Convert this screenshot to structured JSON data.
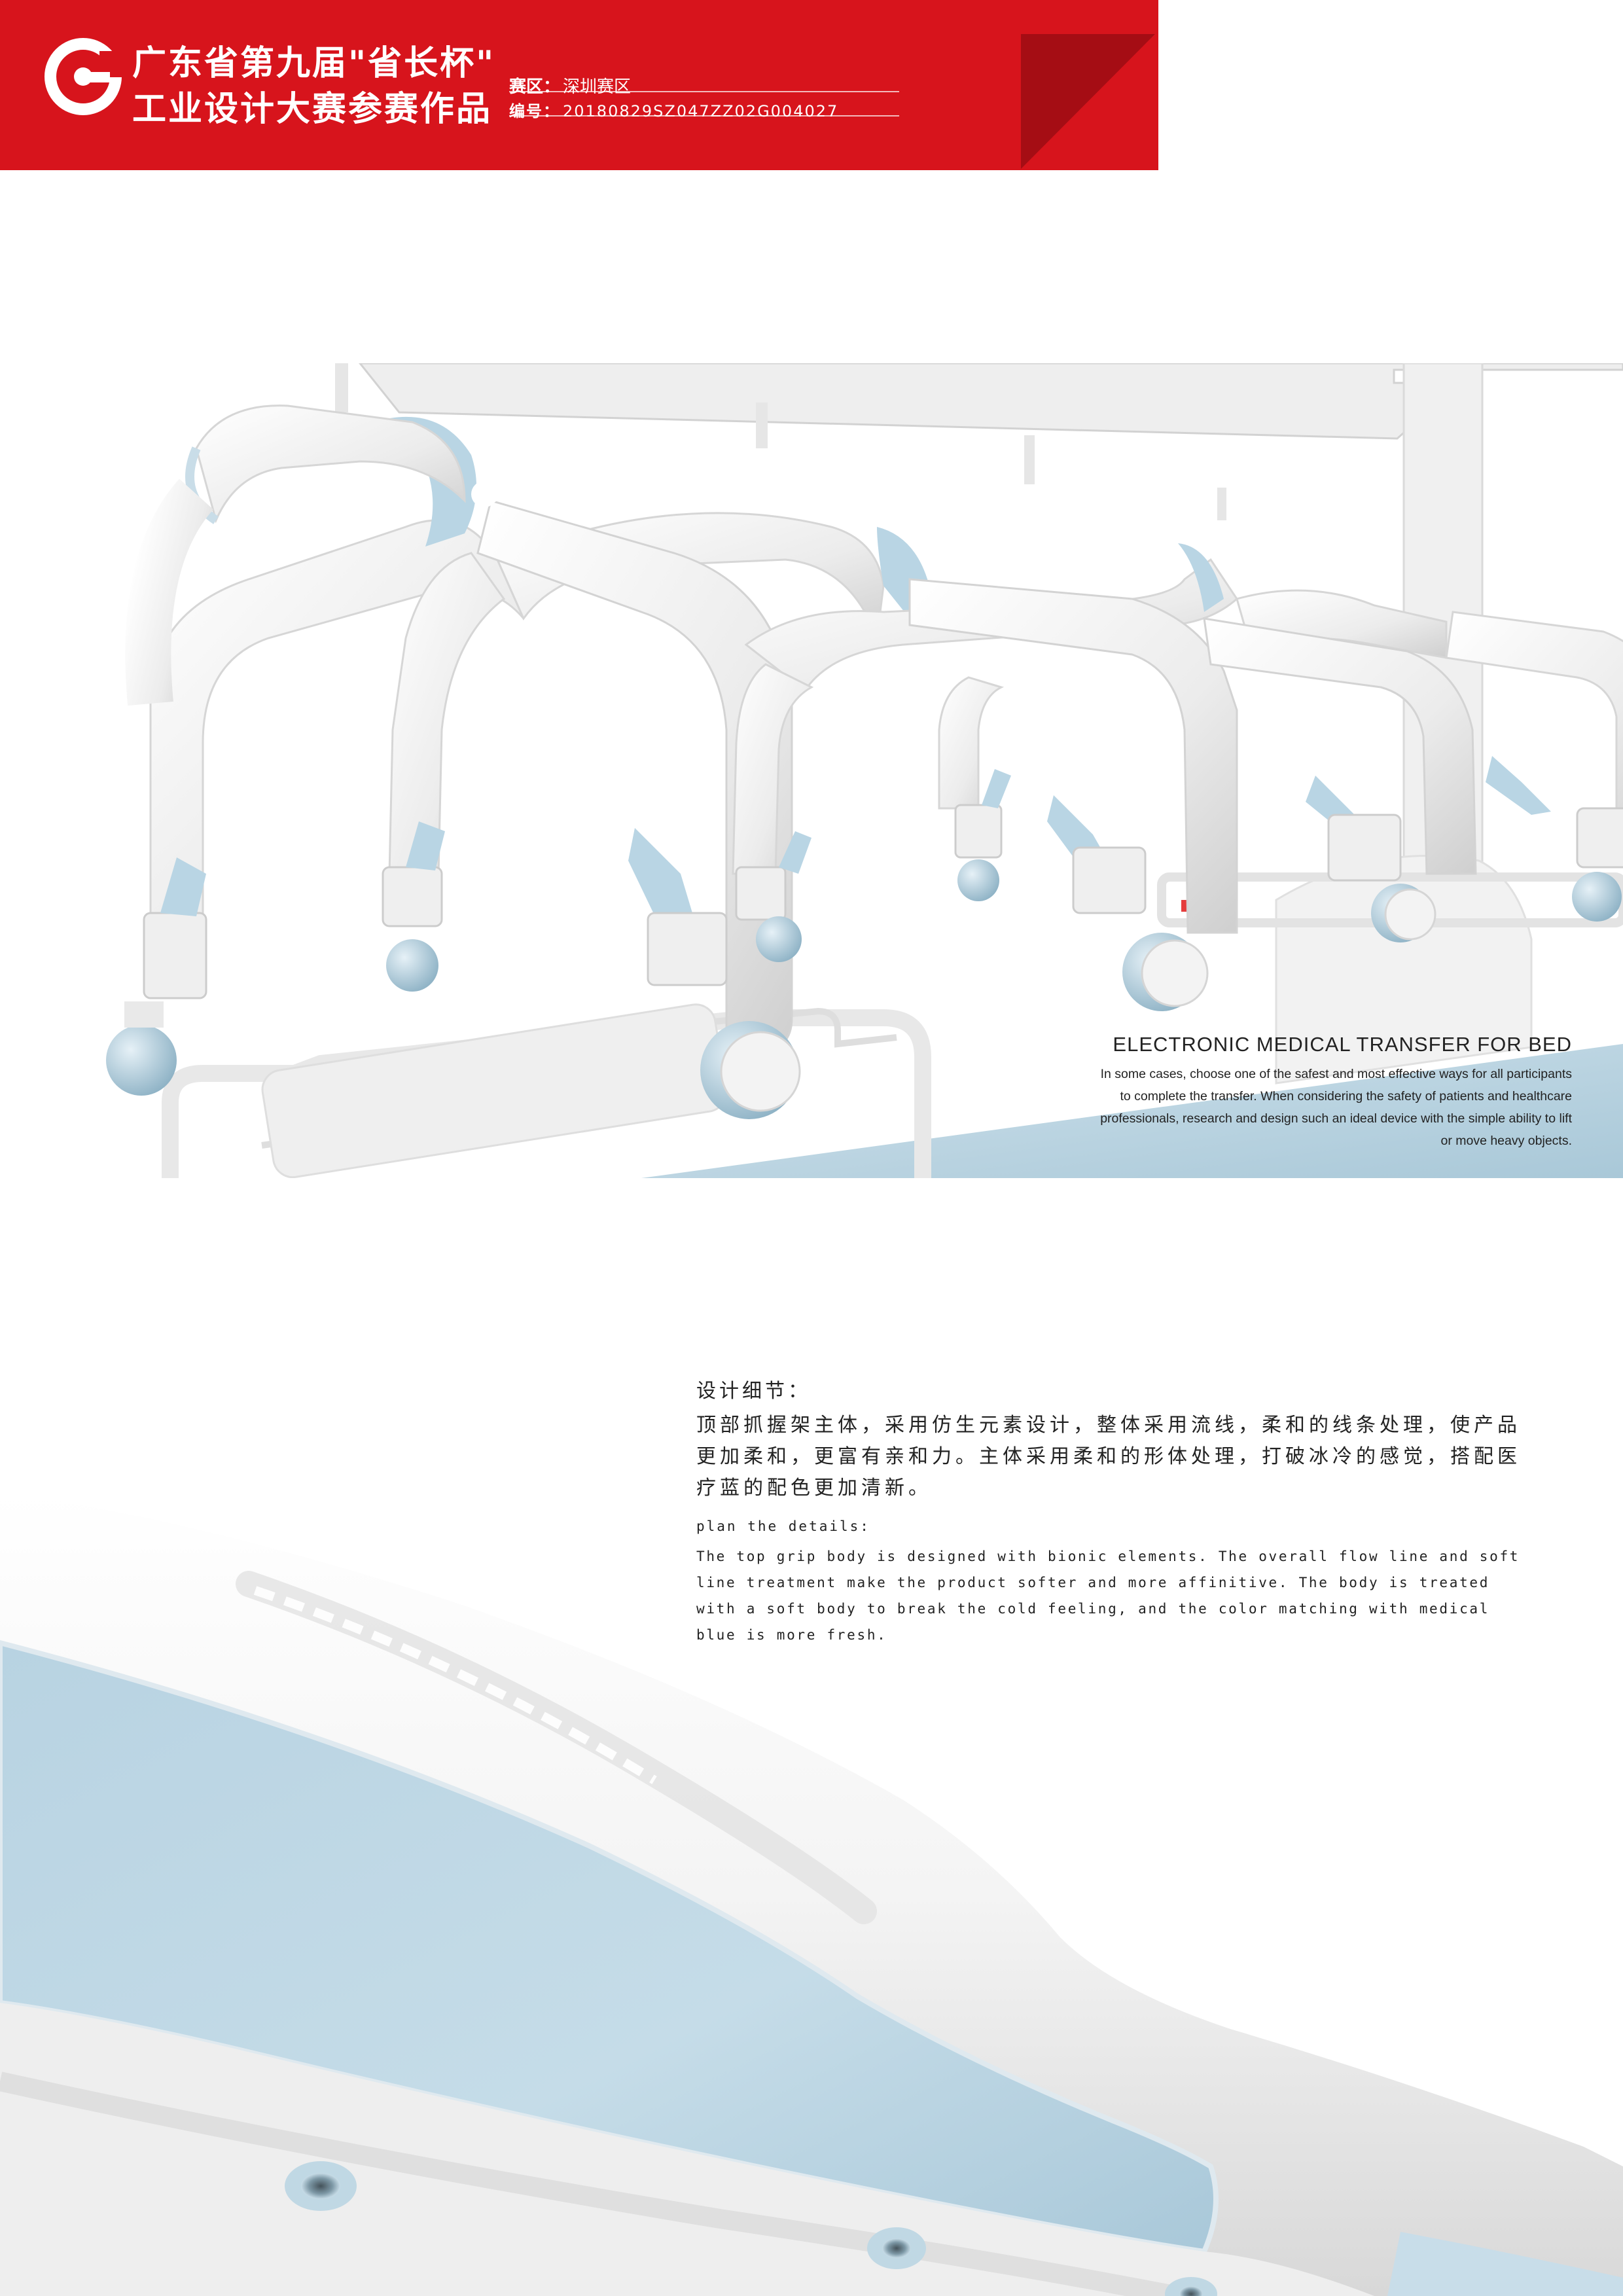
{
  "colors": {
    "banner_red": "#d7141c",
    "banner_dark_red": "#a50d14",
    "medical_blue": "#b9d5e4",
    "product_white": "#f4f4f4"
  },
  "header": {
    "logo": "competition-g-logo",
    "title_line_1": "广东省第九届\"省长杯\"",
    "title_line_2": "工业设计大赛参赛作品",
    "region_label": "赛区：",
    "region_value": "深圳赛区",
    "number_label": "编号：",
    "number_value": "20180829SZ047ZZ02G004027"
  },
  "product": {
    "title": "ELECTRONIC MEDICAL TRANSFER FOR BED",
    "description": "In some cases, choose one of the safest and most effective ways for all participants to complete the transfer. When considering the safety of patients and healthcare professionals, research and design such an ideal device with the simple ability to lift or move heavy objects."
  },
  "details": {
    "zh_heading": "设计细节：",
    "zh_body": "顶部抓握架主体，采用仿生元素设计，整体采用流线，柔和的线条处理，使产品更加柔和，更富有亲和力。主体采用柔和的形体处理，打破冰冷的感觉，搭配医疗蓝的配色更加清新。",
    "en_heading": "plan the details:",
    "en_body": "The top grip body is designed with bionic elements. The overall flow line and soft line treatment make the product softer and more affinitive. The body is treated with a soft body to break the cold feeling, and the color matching with medical blue is more fresh."
  }
}
